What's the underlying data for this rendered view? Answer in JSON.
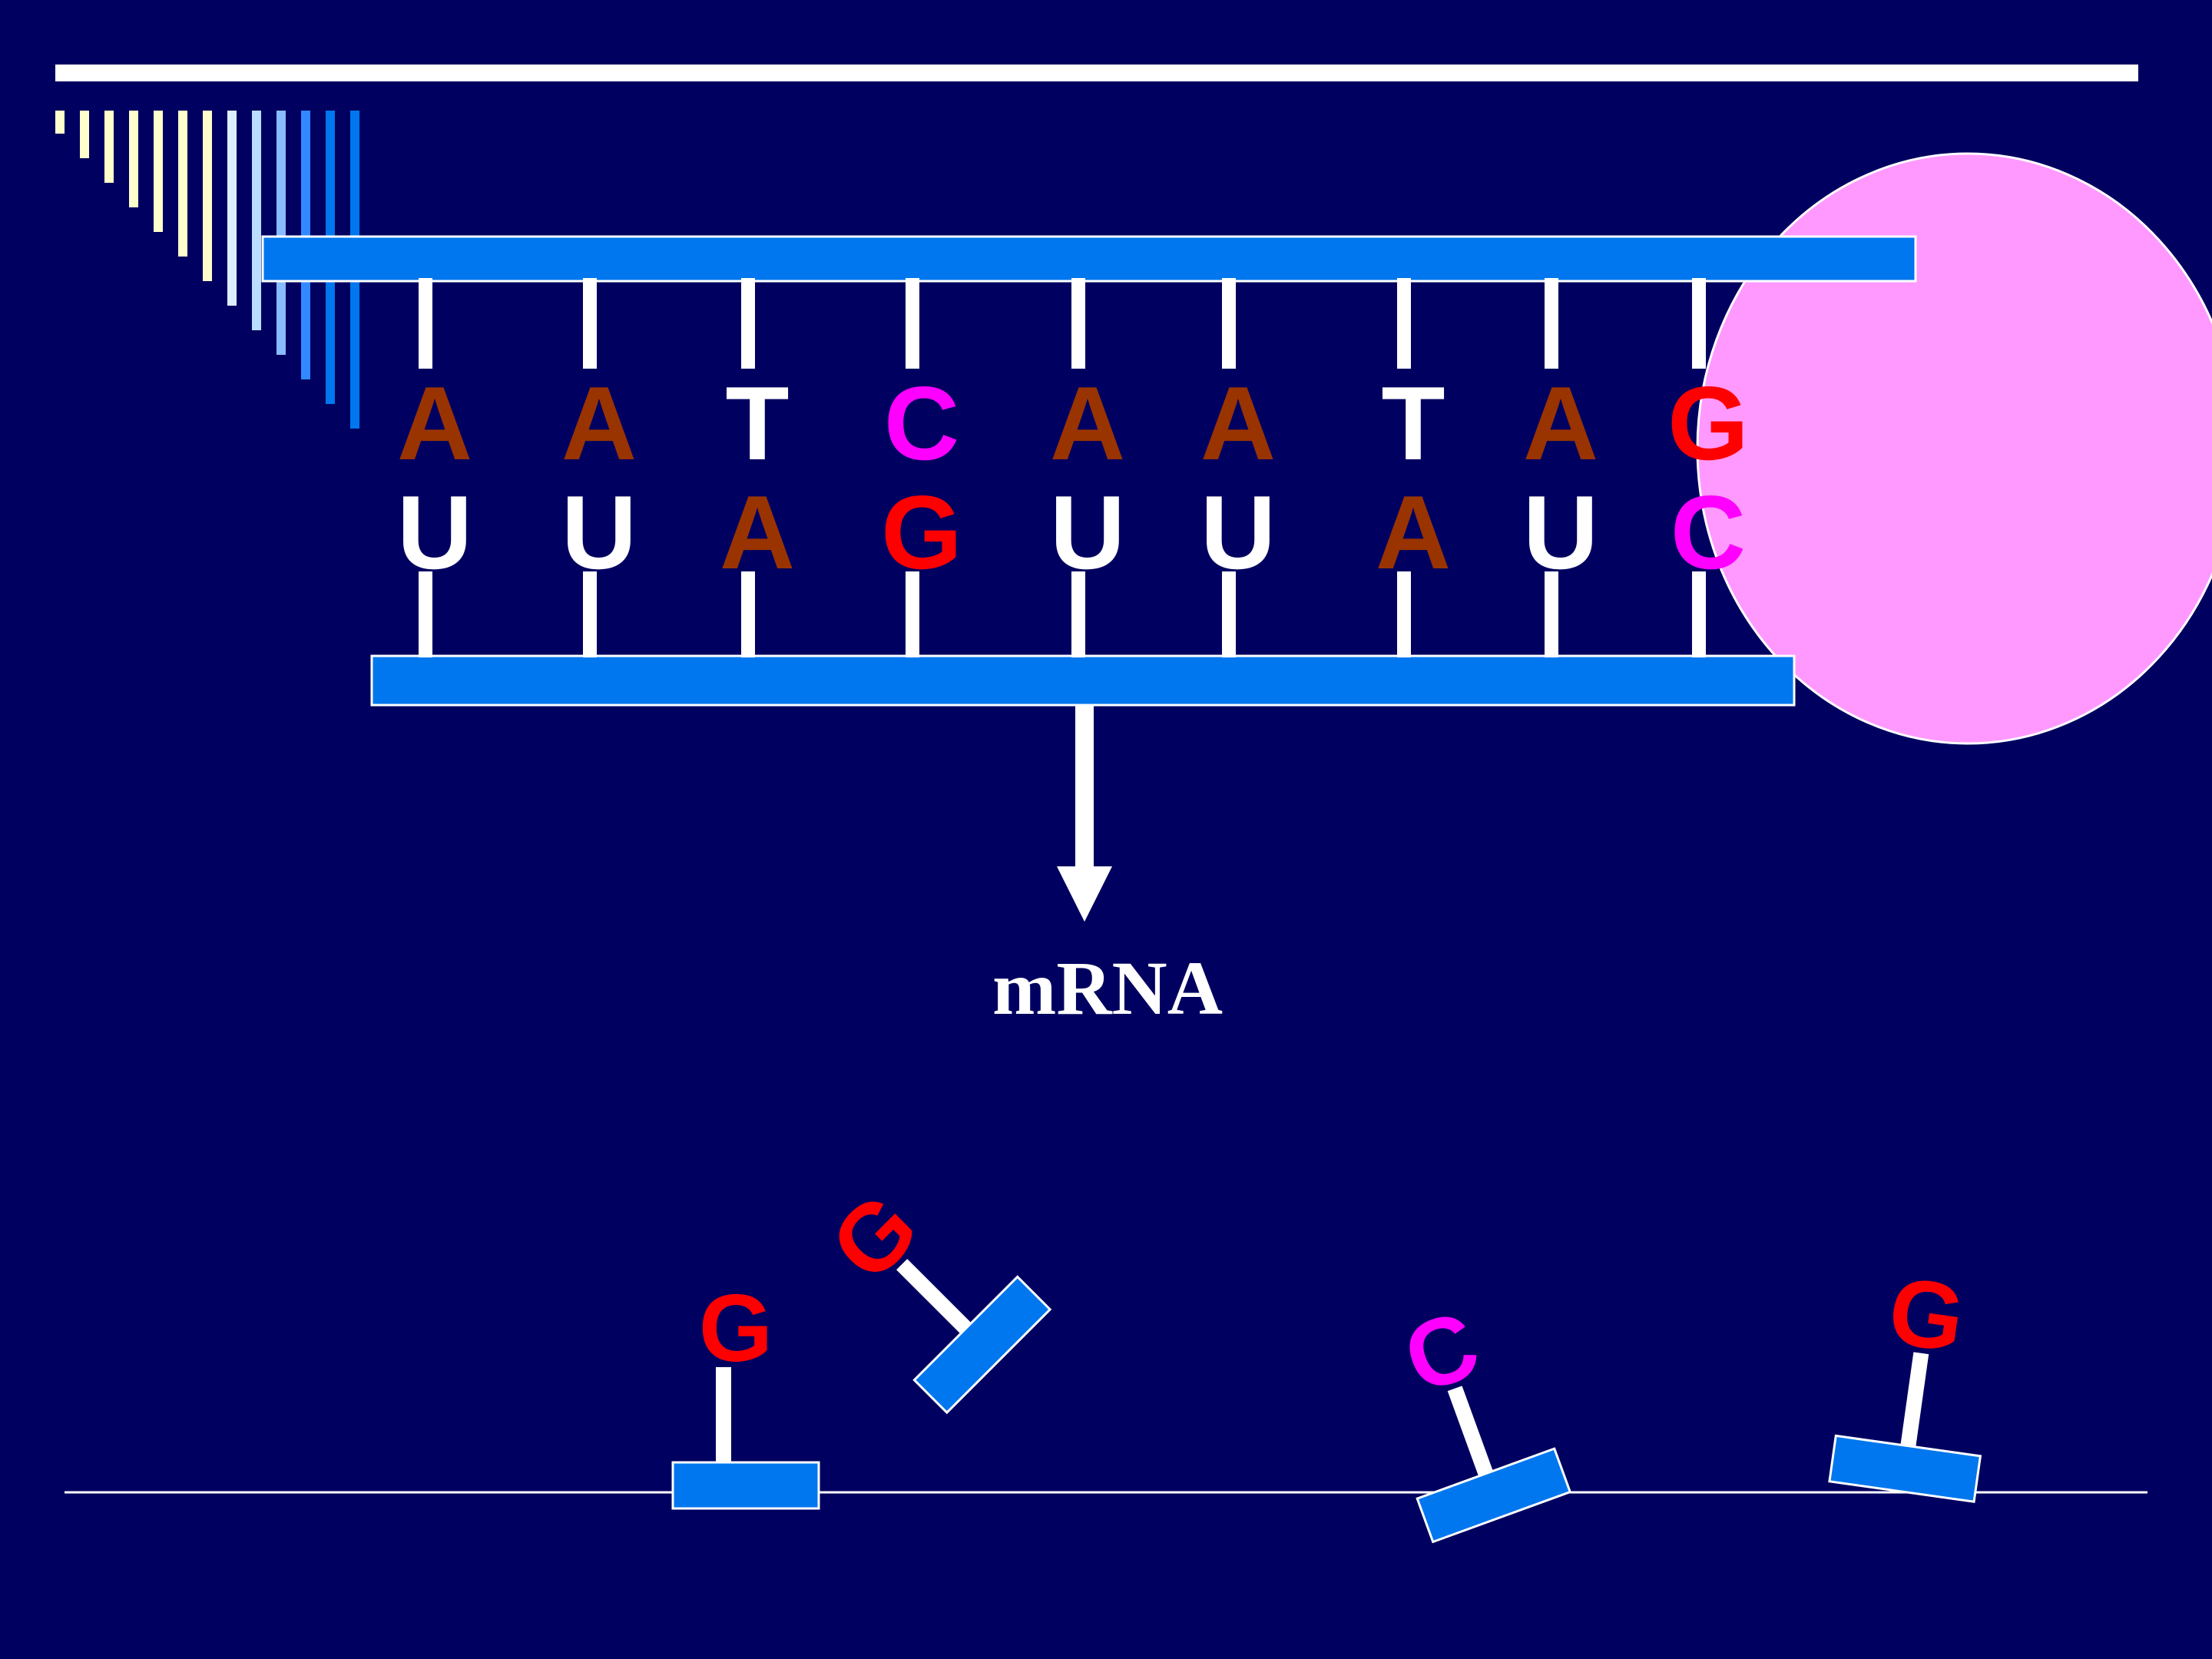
{
  "colors": {
    "background": "#000060",
    "strand": "#0077ee",
    "ribosome": "#ff99ff",
    "white": "#ffffff",
    "adenine": "#993300",
    "guanine": "#ff0000",
    "cytosine": "#ff00ff",
    "stripe_palette": [
      "#ffffcc",
      "#ffffcc",
      "#ffffcc",
      "#ffffcc",
      "#ffffcc",
      "#ffffcc",
      "#ffffcc",
      "#ddeeff",
      "#bbddff",
      "#88bbff",
      "#3388ff",
      "#0077ee",
      "#0077ee"
    ]
  },
  "dna_template": {
    "top_bases": [
      "A",
      "A",
      "T",
      "C",
      "A",
      "A",
      "T",
      "A",
      "G"
    ],
    "bottom_bases": [
      "U",
      "U",
      "A",
      "G",
      "U",
      "U",
      "A",
      "U",
      "C"
    ]
  },
  "arrow_label": "mRNA",
  "free_nucleotides": [
    {
      "base": "G",
      "state": "attached"
    },
    {
      "base": "G",
      "state": "free"
    },
    {
      "base": "C",
      "state": "free"
    },
    {
      "base": "G",
      "state": "free"
    }
  ]
}
